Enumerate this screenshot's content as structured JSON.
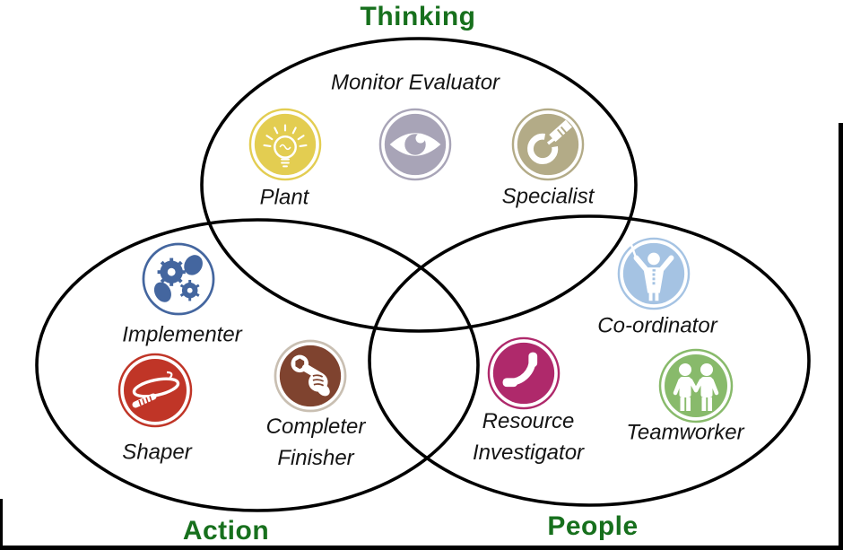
{
  "diagram": {
    "groups": [
      {
        "label": "Thinking"
      },
      {
        "label": "Action"
      },
      {
        "label": "People"
      }
    ],
    "roles": [
      {
        "label": "Monitor Evaluator",
        "group": "Thinking",
        "icon": "eye-icon"
      },
      {
        "label": "Plant",
        "group": "Thinking",
        "icon": "lightbulb-icon"
      },
      {
        "label": "Specialist",
        "group": "Thinking",
        "icon": "micrometer-icon"
      },
      {
        "label": "Implementer",
        "group": "Action",
        "icon": "gears-icon"
      },
      {
        "label": "Shaper",
        "group": "Action",
        "icon": "whip-icon"
      },
      {
        "label": "Completer\nFinisher",
        "group": "Action",
        "icon": "wrench-fist-icon"
      },
      {
        "label": "Co-ordinator",
        "group": "People",
        "icon": "conductor-icon"
      },
      {
        "label": "Resource\nInvestigator",
        "group": "People",
        "icon": "telephone-icon"
      },
      {
        "label": "Teamworker",
        "group": "People",
        "icon": "two-people-icon"
      }
    ]
  },
  "colors": {
    "title_green": "#17701d",
    "text": "#141414",
    "outline": "#000000",
    "plant": "#e3cd51",
    "evaluator": "#a8a4b7",
    "specialist": "#b3ab87",
    "implementer": "#44669f",
    "shaper": "#c03527",
    "completer": "#7f432f",
    "completer_ring": "#c9bfb2",
    "coordinator": "#a5c3e3",
    "investigator": "#af296b",
    "teamworker": "#88ba6b"
  }
}
